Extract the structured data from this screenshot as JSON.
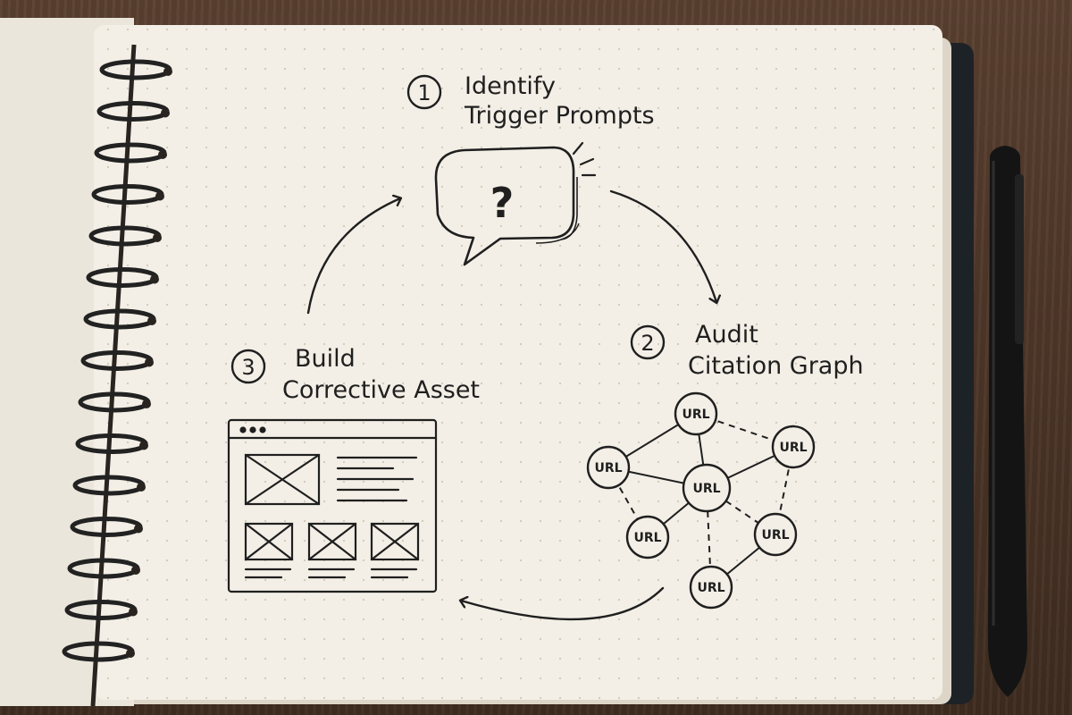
{
  "steps": [
    {
      "number": "1",
      "line1": "Identify",
      "line2": "Trigger Prompts"
    },
    {
      "number": "2",
      "line1": "Audit",
      "line2": "Citation Graph"
    },
    {
      "number": "3",
      "line1": "Build",
      "line2": "Corrective Asset"
    }
  ],
  "icons": {
    "step1": "speech-bubble-question-icon",
    "step2": "url-network-graph-icon",
    "step3": "webpage-wireframe-icon"
  },
  "bubble_symbol": "?",
  "graph_nodes": [
    {
      "id": "n1",
      "label": "URL"
    },
    {
      "id": "n2",
      "label": "URL"
    },
    {
      "id": "n3",
      "label": "URL"
    },
    {
      "id": "n4",
      "label": "URL"
    },
    {
      "id": "n5",
      "label": "URL"
    },
    {
      "id": "n6",
      "label": "URL"
    },
    {
      "id": "n7",
      "label": "URL"
    }
  ],
  "colors": {
    "ink": "#1f1f1f",
    "paper": "#f3efe6",
    "desk": "#4a3526"
  }
}
